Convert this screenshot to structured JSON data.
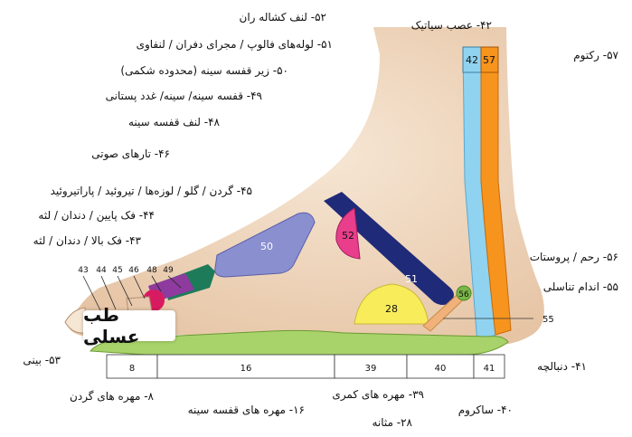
{
  "labels": {
    "l52": "۵۲- لنف کشاله ران",
    "l51": "۵۱- لوله‌های فالوپ / مجرای دفران / لنفاوی",
    "l50": "۵۰- زیر قفسه سینه (محدوده شکمی)",
    "l49": "۴۹- قفسه سینه/ سینه/ غدد پستانی",
    "l48": "۴۸- لنف قفسه سینه",
    "l46": "۴۶- تارهای صوتی",
    "l45": "۴۵- گردن / گلو / لوزه‌ها / تیروئید / پاراتیروئید",
    "l44": "۴۴- فک پایین / دندان / لثه",
    "l43": "۴۳- فک بالا / دندان / لثه",
    "l53": "۵۳- بینی",
    "l42": "۴۲- عصب سیاتیک",
    "l57": "۵۷- رکتوم",
    "l56": "۵۶- رحم / پروستات",
    "l55": "۵۵- اندام تناسلی",
    "l41": "۴۱- دنبالچه",
    "l8": "۸- مهره های گردن",
    "l16": "۱۶- مهره های قفسه سینه",
    "l39": "۳۹- مهره های کمری",
    "l28": "۲۸- مثانه",
    "l40": "۴۰- ساکروم"
  },
  "zone_numbers": {
    "n42": "42",
    "n57": "57",
    "n52": "52",
    "n50": "50",
    "n51": "51",
    "n28": "28",
    "n56": "56",
    "n55": "55",
    "n43": "43",
    "n44": "44",
    "n45": "45",
    "n46": "46",
    "n48": "48",
    "n49": "49",
    "s8": "8",
    "s16": "16",
    "s39": "39",
    "s40": "40",
    "s41": "41"
  },
  "logo_text": "طب عسلی",
  "colors": {
    "skin": "#f2dcc6",
    "skin_shade": "#e8c9ad",
    "sciatic_blue": "#8fd3f0",
    "rectum_orange": "#f7941d",
    "lymph_groin_pink": "#e83e8c",
    "fallopian_navy": "#1f2a78",
    "abdomen_lavender": "#8a8fd0",
    "bladder_yellow": "#f8ec5a",
    "uterus_green": "#7ab648",
    "spine_green": "#a8d26a",
    "genital_tan": "#f0b27a",
    "chest_teal": "#1e7b5a",
    "neck_purple": "#8e3a9e",
    "throat_red": "#d81b60"
  }
}
